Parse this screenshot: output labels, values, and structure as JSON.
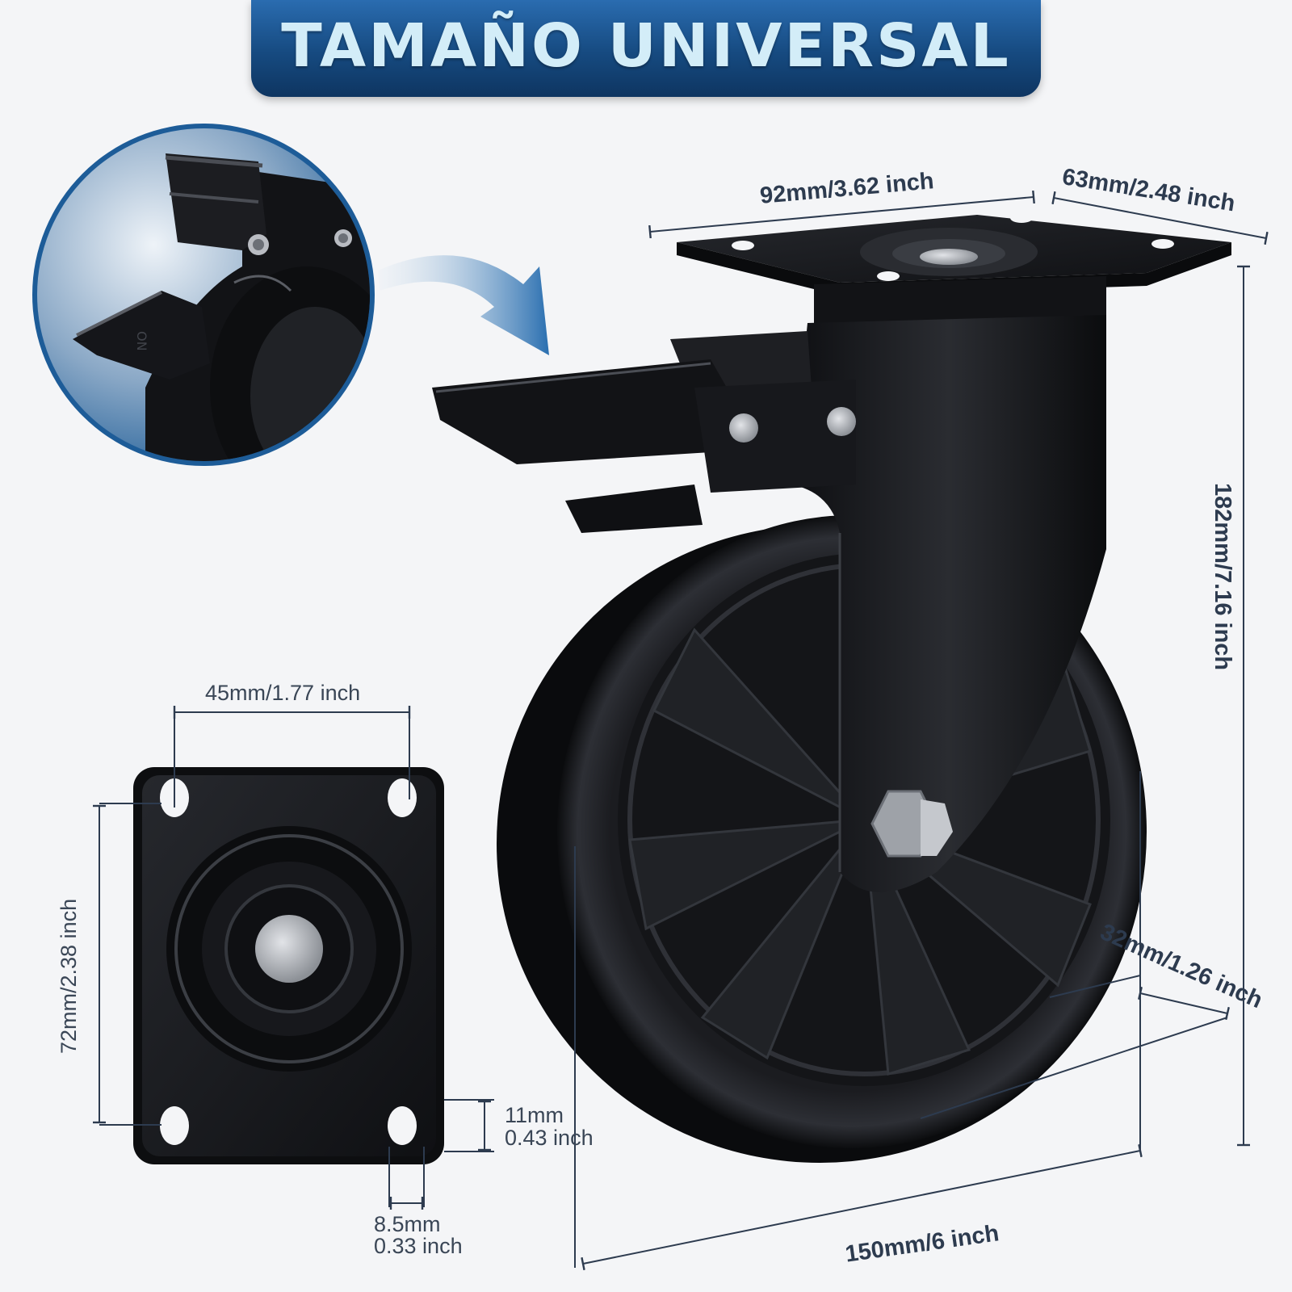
{
  "banner": {
    "title": "TAMAÑO UNIVERSAL"
  },
  "dimensions": {
    "plate_length": "92mm/3.62 inch",
    "plate_width": "63mm/2.48 inch",
    "total_height": "182mm/7.16 inch",
    "wheel_width": "32mm/1.26 inch",
    "wheel_diameter": "150mm/6 inch",
    "hole_spacing_horizontal": "45mm/1.77 inch",
    "hole_spacing_vertical": "72mm/2.38 inch",
    "hole_length_mm": "11mm",
    "hole_length_inch": "0.43 inch",
    "hole_width_mm": "8.5mm",
    "hole_width_inch": "0.33 inch"
  },
  "colors": {
    "banner_top": "#2a6cb0",
    "banner_bottom": "#0e3561",
    "banner_text": "#d3edf8",
    "product": "#141518",
    "dimension_line": "#2d3b4f"
  },
  "icons": [
    "brake-lock-pedal-icon",
    "caster-wheel-icon",
    "top-plate-icon",
    "curved-arrow-icon"
  ]
}
